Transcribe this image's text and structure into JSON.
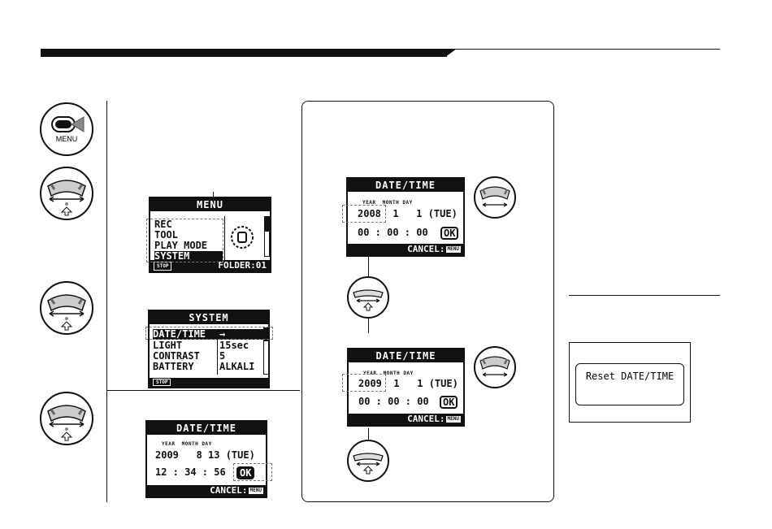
{
  "icons": {
    "menu_button_label": "MENU"
  },
  "menu_screen": {
    "title": "MENU",
    "items": [
      "REC",
      "TOOL",
      "PLAY MODE",
      "SYSTEM"
    ],
    "stop_label": "STOP",
    "folder_label": "FOLDER:01"
  },
  "system_screen": {
    "title": "SYSTEM",
    "rows": [
      {
        "label": "DATE/TIME",
        "value": "→"
      },
      {
        "label": "LIGHT",
        "value": "15sec"
      },
      {
        "label": "CONTRAST",
        "value": "5"
      },
      {
        "label": "BATTERY",
        "value": "ALKALI"
      }
    ],
    "stop_label": "STOP"
  },
  "date_screen_final": {
    "title": "DATE/TIME",
    "header": "YEAR  MONTH DAY",
    "date": "2009   8 13 (TUE)",
    "time": "12 : 34 : 56",
    "ok": "OK",
    "cancel": "CANCEL:",
    "menu": "MENU"
  },
  "date_screen_a": {
    "title": "DATE/TIME",
    "header": "YEAR  MONTH DAY",
    "year": "2008",
    "date_rest": "  1   1 (TUE)",
    "time": "00 : 00 : 00",
    "ok": "OK",
    "cancel": "CANCEL:",
    "menu": "MENU"
  },
  "date_screen_b": {
    "title": "DATE/TIME",
    "header": "YEAR  MONTH DAY",
    "year": "2009",
    "date_rest": "  1   1 (TUE)",
    "time": "00 : 00 : 00",
    "ok": "OK",
    "cancel": "CANCEL:",
    "menu": "MENU"
  },
  "reset_box": {
    "text": "Reset DATE/TIME"
  },
  "colors": {
    "ink": "#111111",
    "dash": "#777777"
  }
}
